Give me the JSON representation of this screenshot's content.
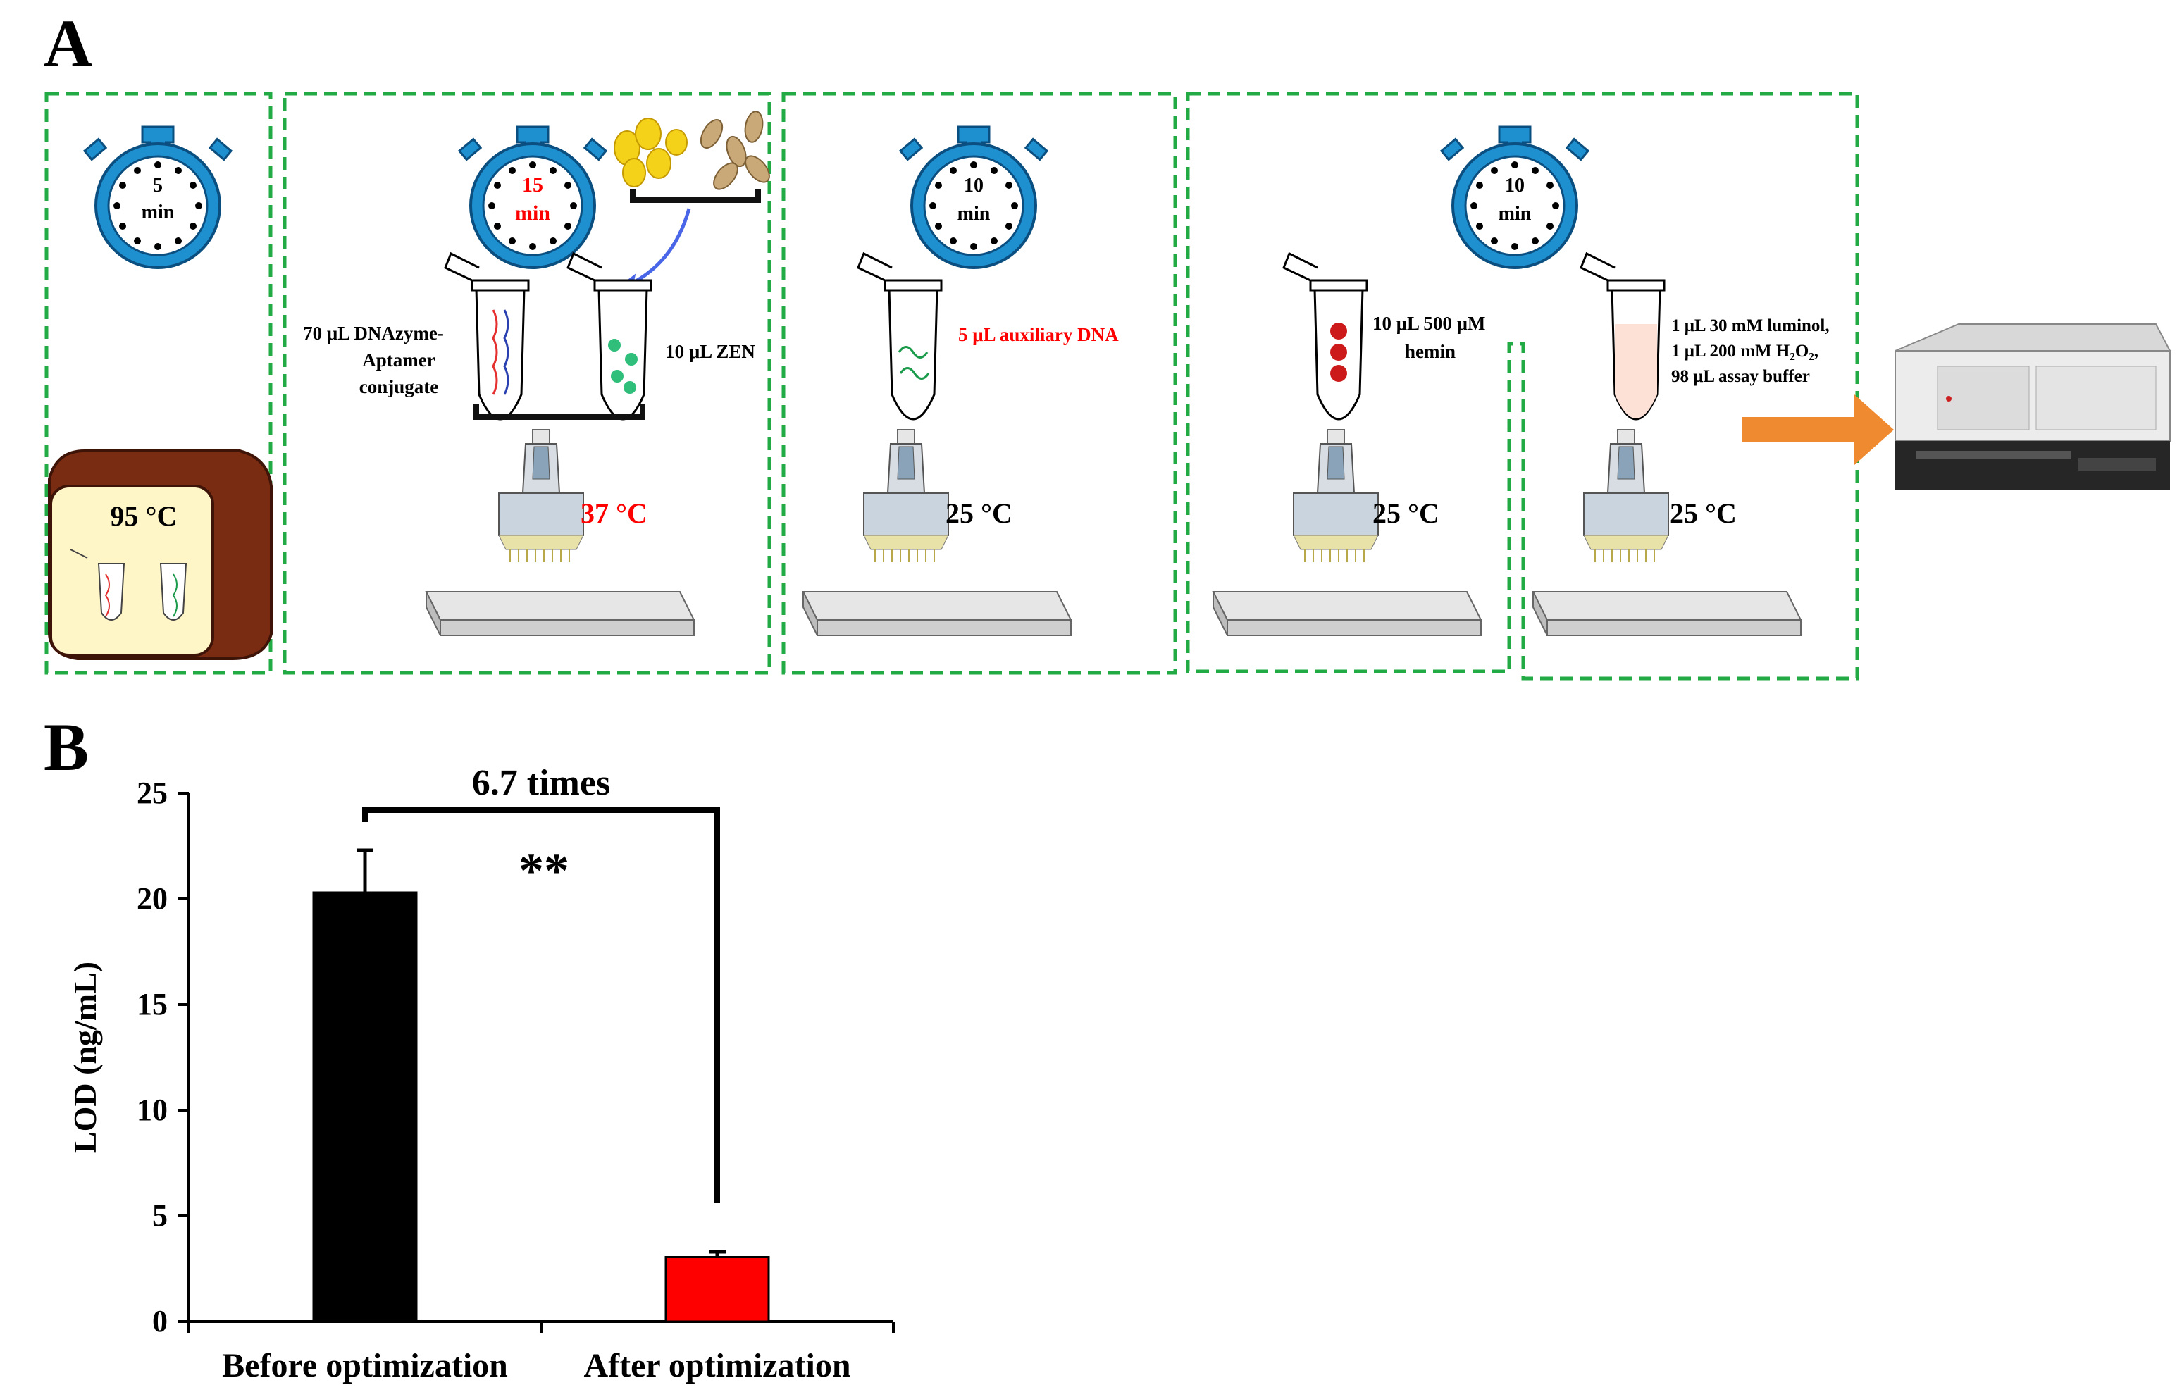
{
  "panels": {
    "a_letter": "A",
    "b_letter": "B"
  },
  "schematic": {
    "steps": [
      {
        "timer_value": "5",
        "timer_unit": "min",
        "temperature": "95 °C"
      },
      {
        "timer_value": "15",
        "timer_unit": "min",
        "tube1_label": [
          "70 μL DNAzyme-",
          "Aptamer",
          "conjugate"
        ],
        "tube2_label": "10 μL ZEN",
        "temperature": "37 °C"
      },
      {
        "timer_value": "10",
        "timer_unit": "min",
        "tube_label": "5 μL auxiliary DNA",
        "temperature": "25 °C"
      },
      {
        "timer_value": "10",
        "timer_unit": "min",
        "tube_label": [
          "10 μL 500 μM",
          "hemin"
        ],
        "temperature": "25 °C"
      },
      {
        "tube_label": [
          "1 μL 30 mM luminol,",
          "1 μL 200 mM H₂O₂,",
          "98 μL assay buffer"
        ],
        "temperature": "25 °C"
      }
    ],
    "colors": {
      "box_border": "#22aa44",
      "highlight": "#ff0000",
      "arrow": "#f08a30",
      "timer_blue": "#1e90d0"
    }
  },
  "chart_data": {
    "type": "bar",
    "categories": [
      "Before optimization",
      "After optimization"
    ],
    "values": [
      20.3,
      3.05
    ],
    "errors": [
      2.0,
      0.25
    ],
    "bar_colors": [
      "#000000",
      "#ff0000"
    ],
    "ylabel": "LOD (ng/mL)",
    "ylim": [
      0,
      25
    ],
    "yticks": [
      0,
      5,
      10,
      15,
      20,
      25
    ],
    "annotation": "6.7 times",
    "significance": "**"
  }
}
